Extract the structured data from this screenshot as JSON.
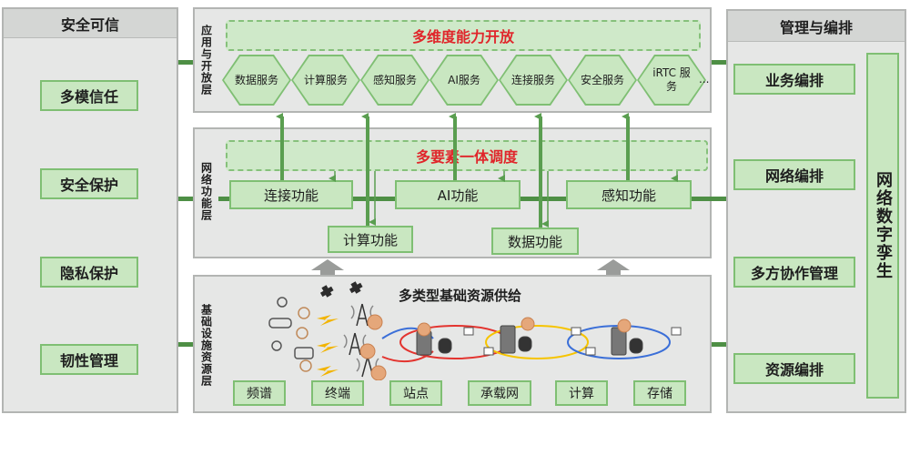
{
  "left_panel": {
    "title": "安全可信",
    "items": [
      "多模信任",
      "安全保护",
      "隐私保护",
      "韧性管理"
    ]
  },
  "right_panel": {
    "title": "管理与编排",
    "items": [
      "业务编排",
      "网络编排",
      "多方协作管理",
      "资源编排"
    ],
    "side_label": "网络数字孪生"
  },
  "app_layer": {
    "label": "应用与开放层",
    "banner": "多维度能力开放",
    "services": [
      "数据服务",
      "计算服务",
      "感知服务",
      "AI服务",
      "连接服务",
      "安全服务",
      "iRTC 服务"
    ],
    "ellipsis": "..."
  },
  "network_layer": {
    "label": "网络功能层",
    "banner": "多要素一体调度",
    "functions_top": [
      "连接功能",
      "AI功能",
      "感知功能"
    ],
    "functions_bottom": [
      "计算功能",
      "数据功能"
    ]
  },
  "infra_layer": {
    "label": "基础设施资源层",
    "title": "多类型基础资源供给",
    "resources": [
      "频谱",
      "终端",
      "站点",
      "承载网",
      "计算",
      "存储"
    ]
  },
  "colors": {
    "green_fill": "#c9e7c1",
    "green_border": "#7fbf73",
    "banner_text": "#e0262b",
    "panel_bg": "#e6e7e6"
  }
}
